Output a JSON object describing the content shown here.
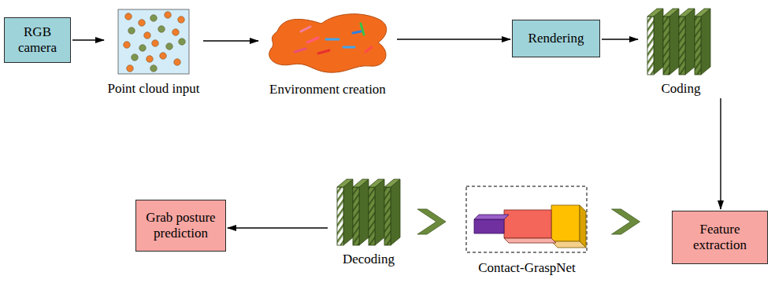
{
  "diagram": {
    "nodes": [
      {
        "text": [
          "RGB camera"
        ]
      },
      {
        "text": [
          "Point cloud input"
        ]
      },
      {
        "text": [
          "Environment creation"
        ]
      },
      {
        "text": [
          "Rendering"
        ]
      },
      {
        "text": [
          "Coding"
        ]
      },
      {
        "text": [
          "Feature extraction"
        ]
      },
      {
        "text": [
          "Contact-GraspNet"
        ]
      },
      {
        "text": [
          "Decoding"
        ]
      },
      {
        "text": [
          "Grab posture prediction"
        ]
      }
    ],
    "edges": [
      {
        "from": 0,
        "to": 1,
        "arrow": "to"
      },
      {
        "from": 1,
        "to": 2,
        "arrow": "to"
      },
      {
        "from": 2,
        "to": 3,
        "arrow": "to"
      },
      {
        "from": 3,
        "to": 4,
        "arrow": "to"
      },
      {
        "from": 4,
        "to": 5,
        "arrow": "to"
      },
      {
        "from": 5,
        "to": 6,
        "arrow": "to"
      },
      {
        "from": 6,
        "to": 7,
        "arrow": "to"
      },
      {
        "from": 7,
        "to": 8,
        "arrow": "to"
      }
    ]
  }
}
